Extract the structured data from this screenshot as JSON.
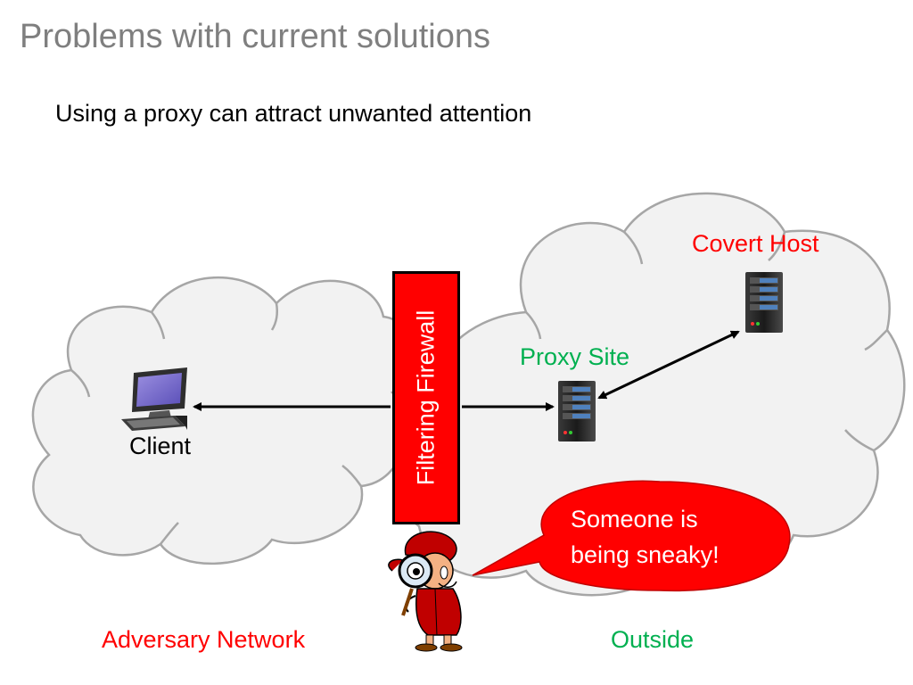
{
  "slide": {
    "title": "Problems with current solutions",
    "subtitle": "Using a proxy can attract unwanted attention"
  },
  "diagram": {
    "client_label": "Client",
    "firewall_label": "Filtering Firewall",
    "proxy_label": "Proxy Site",
    "covert_label": "Covert Host",
    "speech_line1": "Someone is",
    "speech_line2": "being sneaky!",
    "adversary_label": "Adversary Network",
    "outside_label": "Outside"
  },
  "colors": {
    "proxy_green": "#00b050",
    "covert_red": "#ff0000",
    "adversary_red": "#ff0000",
    "outside_green": "#00b050",
    "firewall_red": "#ff0000",
    "bubble_red": "#ff0000"
  },
  "icons": {
    "client": "computer-terminal-icon",
    "proxy": "server-tower-icon",
    "covert": "server-tower-icon",
    "adversary": "detective-magnifier-icon"
  }
}
